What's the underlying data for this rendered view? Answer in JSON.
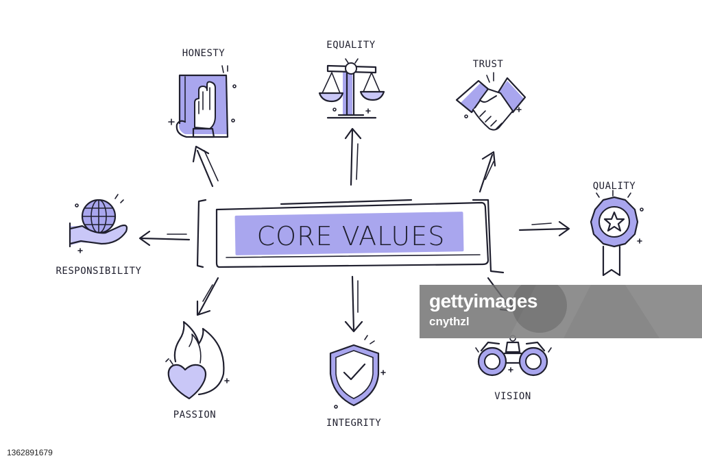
{
  "diagram": {
    "center_title": "CORE VALUES",
    "nodes": {
      "honesty": "HONESTY",
      "equality": "EQUALITY",
      "trust": "TRUST",
      "quality": "QUALITY",
      "responsibility": "RESPONSIBILITY",
      "passion": "PASSION",
      "integrity": "INTEGRITY",
      "vision": "VISION"
    },
    "icons": {
      "honesty": "hand-on-book-icon",
      "equality": "scales-icon",
      "trust": "handshake-icon",
      "quality": "award-ribbon-icon",
      "responsibility": "hand-holding-globe-icon",
      "passion": "heart-flame-icon",
      "integrity": "shield-check-icon",
      "vision": "binoculars-icon"
    },
    "colors": {
      "ink": "#1f1f2e",
      "accent": "#a9a6ee"
    }
  },
  "watermark": {
    "brand": "gettyimages",
    "credit": "cnythzl"
  },
  "image_id": "1362891679"
}
